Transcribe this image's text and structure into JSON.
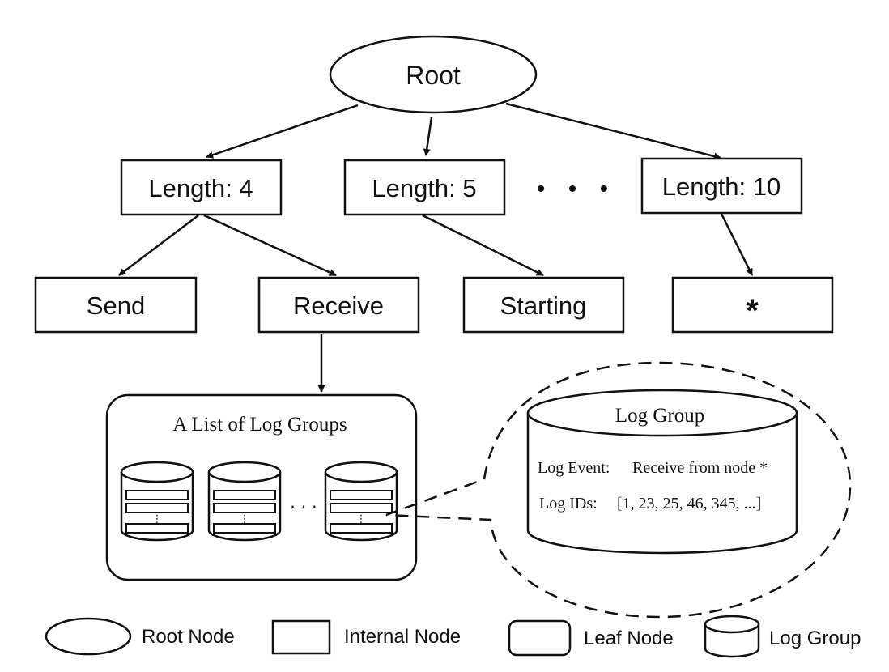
{
  "root": {
    "label": "Root"
  },
  "internal_nodes": [
    {
      "label": "Length: 4"
    },
    {
      "label": "Length: 5"
    },
    {
      "label": "Length: 10"
    }
  ],
  "internal_ellipsis": "• • •",
  "leaf_nodes": [
    {
      "label": "Send"
    },
    {
      "label": "Receive"
    },
    {
      "label": "Starting"
    },
    {
      "label": "*"
    }
  ],
  "log_group_list": {
    "title": "A List of Log Groups",
    "ellipsis": "· · ·",
    "item_ellipsis": "⋮"
  },
  "log_group_detail": {
    "title": "Log Group",
    "event_label": "Log Event:",
    "event_value": "Receive from node *",
    "ids_label": "Log IDs:",
    "ids_value": "[1, 23, 25, 46, 345, ...]"
  },
  "legend": [
    {
      "shape": "ellipse",
      "label": "Root Node"
    },
    {
      "shape": "rectangle",
      "label": "Internal Node"
    },
    {
      "shape": "rounded-rectangle",
      "label": "Leaf Node"
    },
    {
      "shape": "cylinder",
      "label": "Log Group"
    }
  ],
  "colors": {
    "stroke": "#111111",
    "background": "#ffffff"
  }
}
